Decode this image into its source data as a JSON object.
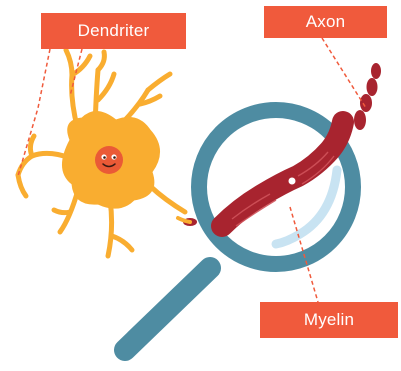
{
  "labels": {
    "dendrites": "Dendriter",
    "axon": "Axon",
    "myelin": "Myelin"
  },
  "colors": {
    "label_bg": "#f05a3c",
    "neuron": "#f9ad30",
    "nucleus": "#ea5a36",
    "axon_myelin": "#a8242f",
    "magnifier": "#4e8ca2",
    "lens_highlight": "#c8e3f2",
    "leader_line": "#f05a3c"
  },
  "icons": {
    "magnifier": "magnifying-glass-icon",
    "neuron": "neuron-cell-icon",
    "nucleus_face": "smiling-face-icon"
  }
}
